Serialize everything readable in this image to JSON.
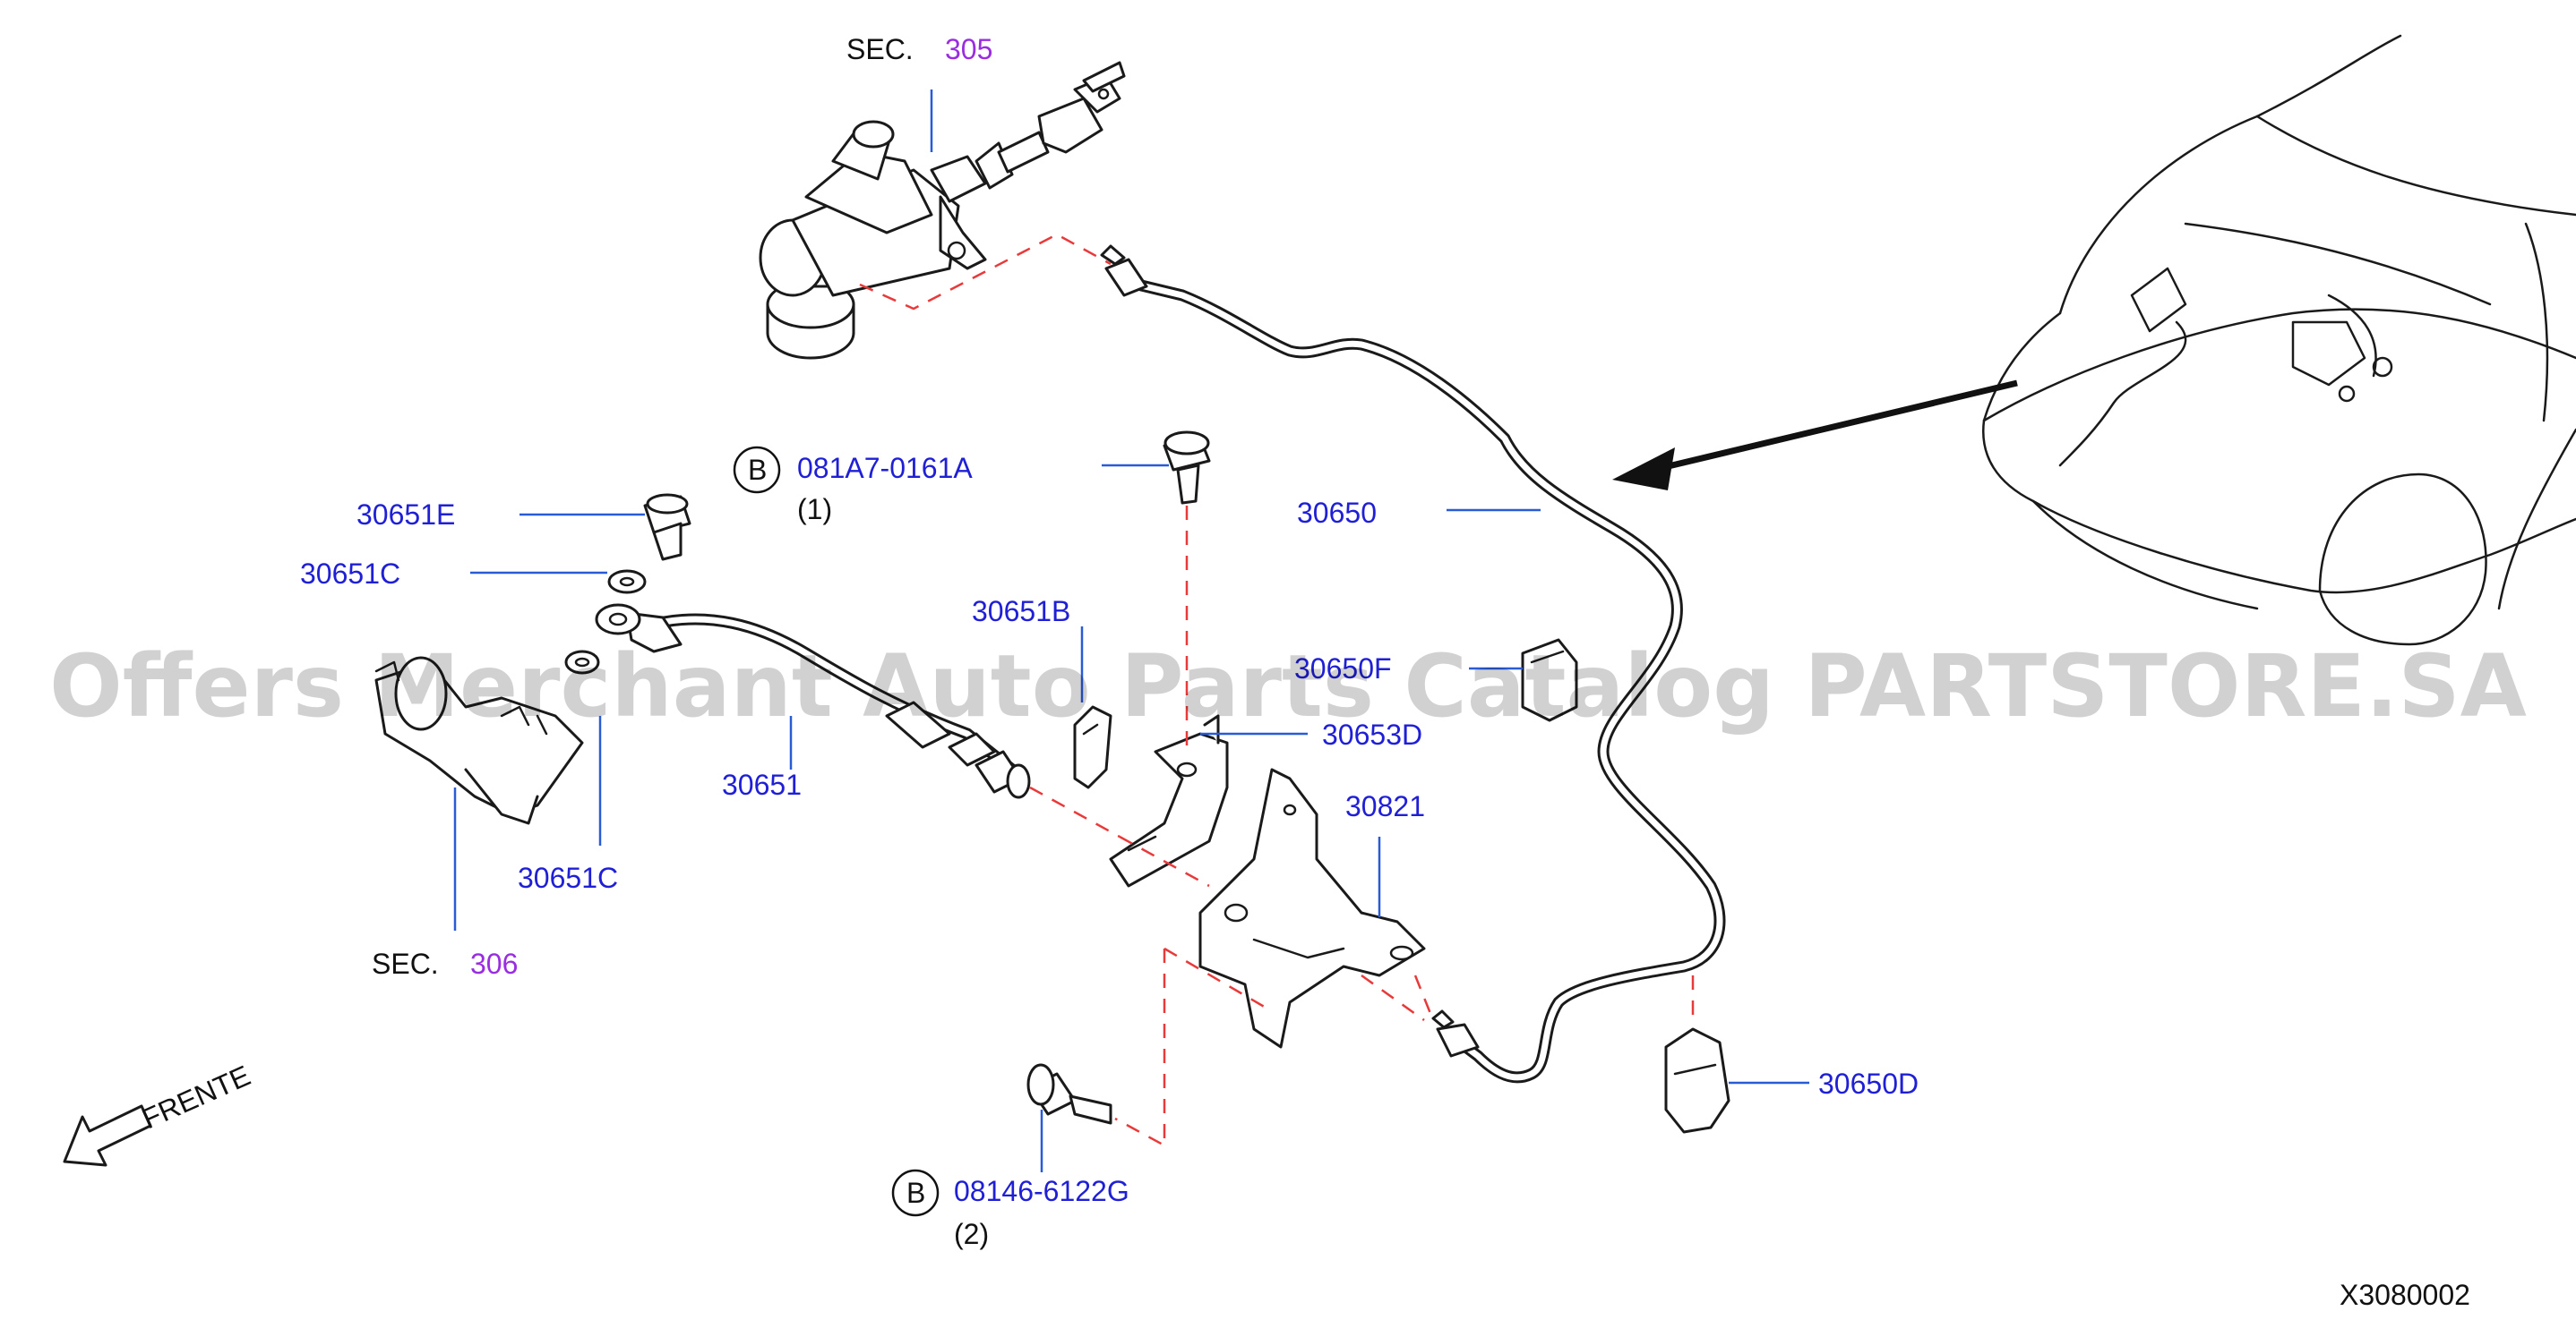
{
  "labels": {
    "sec_top_prefix": "SEC.",
    "sec_top_num": "305",
    "sec_bottom_prefix": "SEC.",
    "sec_bottom_num": "306",
    "bolt_top_circle": "B",
    "bolt_top_code": "081A7-0161A",
    "bolt_top_qty": "(1)",
    "bolt_bottom_circle": "B",
    "bolt_bottom_code": "08146-6122G",
    "bolt_bottom_qty": "(2)",
    "p30651E": "30651E",
    "p30651C_top": "30651C",
    "p30651C_bottom": "30651C",
    "p30651": "30651",
    "p30651B": "30651B",
    "p30650": "30650",
    "p30650F": "30650F",
    "p30653D": "30653D",
    "p30821": "30821",
    "p30650D": "30650D",
    "frente": "FRENTE",
    "diagram_code": "X3080002"
  },
  "watermark": "Offers Merchant Auto Parts Catalog PARTSTORE.SA",
  "colors": {
    "part_number": "#1f1fd6",
    "section_ref": "#9a2de0",
    "leader_line": "#2a5bd7",
    "dashed_guide": "#e83a3a",
    "outline": "#1a1a1a"
  },
  "icons": {
    "frente_arrow": "arrow-down-left-icon",
    "bolt_ref": "circled-letter-icon"
  }
}
